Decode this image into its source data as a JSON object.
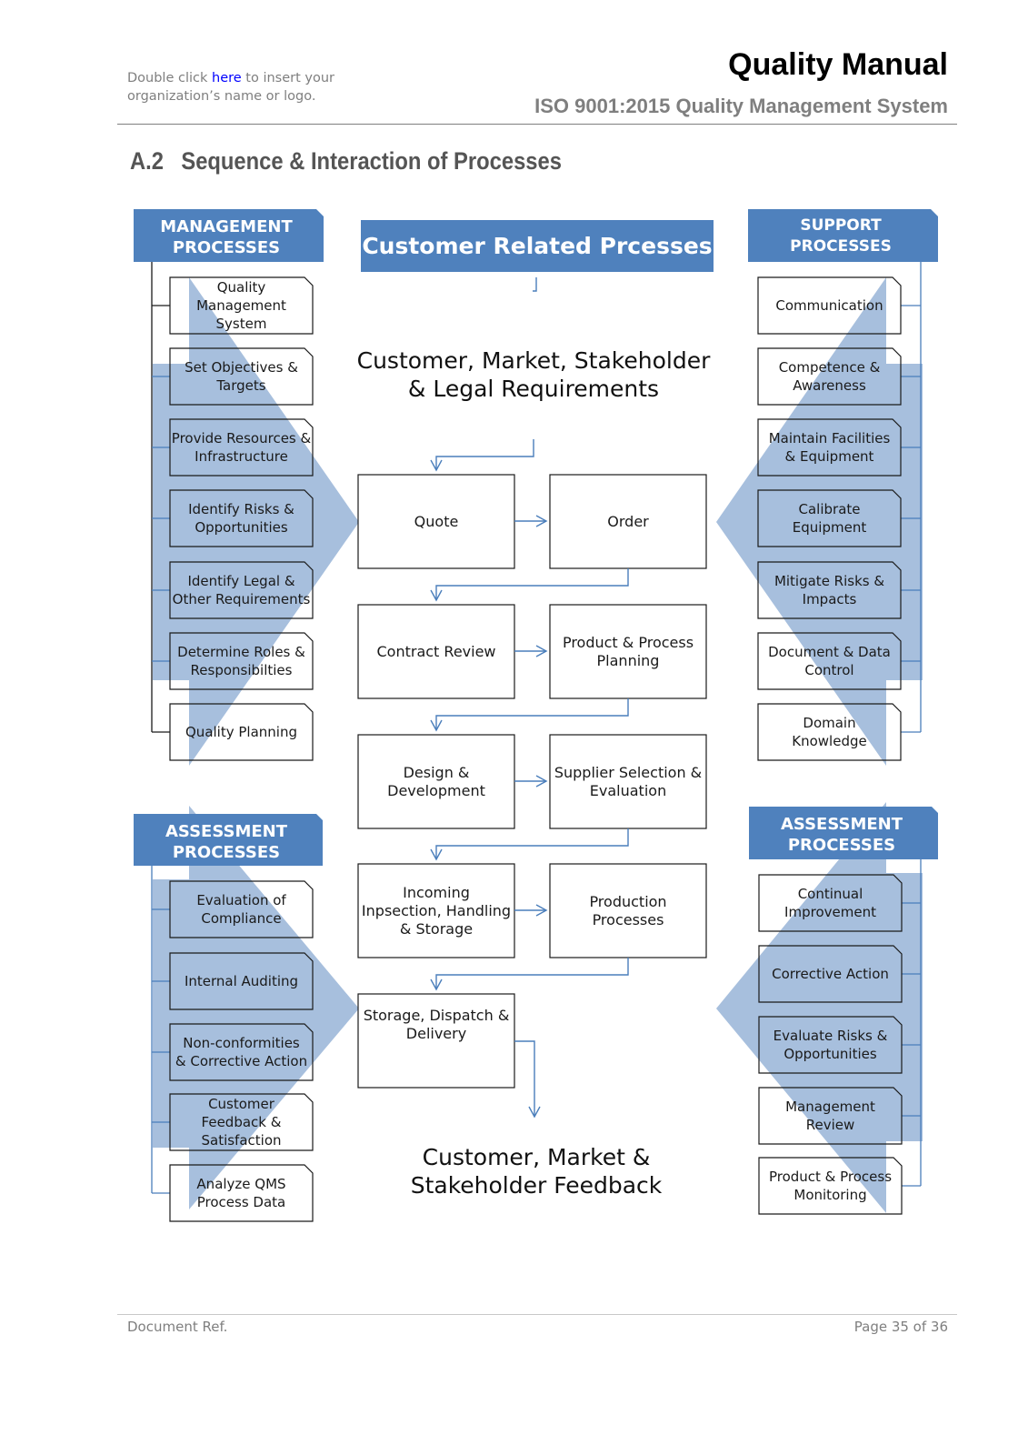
{
  "header": {
    "org_note_prefix": "Double click ",
    "org_note_link": "here",
    "org_note_suffix": " to insert your organization’s name or logo.",
    "title": "Quality Manual",
    "subtitle": "ISO 9001:2015 Quality Management System"
  },
  "section": {
    "number": "A.2",
    "title": "Sequence & Interaction of Processes"
  },
  "colors": {
    "header_blue": "#4f81bd",
    "arrow_fill": "#a7bfdd",
    "connector_blue": "#4a7ebb"
  },
  "management": {
    "title_line1": "MANAGEMENT",
    "title_line2": "PROCESSES",
    "items": [
      {
        "line1": "Quality Management",
        "line2": "System"
      },
      {
        "line1": "Set Objectives &",
        "line2": "Targets"
      },
      {
        "line1": "Provide Resources &",
        "line2": "Infrastructure"
      },
      {
        "line1": "Identify Risks &",
        "line2": "Opportunities"
      },
      {
        "line1": "Identify Legal &",
        "line2": "Other Requirements"
      },
      {
        "line1": "Determine Roles &",
        "line2": "Responsibilties"
      },
      {
        "line1": "Quality Planning",
        "line2": ""
      }
    ]
  },
  "support": {
    "title": "SUPPORT PROCESSES",
    "items": [
      {
        "line1": "Communication",
        "line2": ""
      },
      {
        "line1": "Competence &",
        "line2": "Awareness"
      },
      {
        "line1": "Maintain Facilities",
        "line2": "& Equipment"
      },
      {
        "line1": "Calibrate",
        "line2": "Equipment"
      },
      {
        "line1": "Mitigate Risks &",
        "line2": "Impacts"
      },
      {
        "line1": "Document & Data",
        "line2": "Control"
      },
      {
        "line1": "Domain",
        "line2": "Knowledge"
      }
    ]
  },
  "assessment_left": {
    "title_line1": "ASSESSMENT",
    "title_line2": "PROCESSES",
    "items": [
      {
        "line1": "Evaluation of",
        "line2": "Compliance",
        "line3": ""
      },
      {
        "line1": "Internal Auditing",
        "line2": "",
        "line3": ""
      },
      {
        "line1": "Non-conformities",
        "line2": "& Corrective Action",
        "line3": ""
      },
      {
        "line1": "Customer",
        "line2": "Feedback &",
        "line3": "Satisfaction"
      },
      {
        "line1": "Analyze QMS",
        "line2": "Process Data",
        "line3": ""
      }
    ]
  },
  "assessment_right": {
    "title_line1": "ASSESSMENT",
    "title_line2": "PROCESSES",
    "items": [
      {
        "line1": "Continual",
        "line2": "Improvement"
      },
      {
        "line1": "Corrective Action",
        "line2": ""
      },
      {
        "line1": "Evaluate Risks &",
        "line2": "Opportunities"
      },
      {
        "line1": "Management",
        "line2": "Review"
      },
      {
        "line1": "Product & Process",
        "line2": "Monitoring"
      }
    ]
  },
  "customer": {
    "title": "Customer Related Prcesses",
    "input_line1": "Customer, Market, Stakeholder",
    "input_line2": "& Legal Requirements",
    "output_line1": "Customer, Market &",
    "output_line2": "Stakeholder Feedback",
    "flow": [
      {
        "line1": "Quote",
        "line2": "",
        "line3": ""
      },
      {
        "line1": "Order",
        "line2": "",
        "line3": ""
      },
      {
        "line1": "Contract Review",
        "line2": "",
        "line3": ""
      },
      {
        "line1": "Product & Process",
        "line2": "Planning",
        "line3": ""
      },
      {
        "line1": "Design &",
        "line2": "Development",
        "line3": ""
      },
      {
        "line1": "Supplier Selection &",
        "line2": "Evaluation",
        "line3": ""
      },
      {
        "line1": "Incoming",
        "line2": "Inpsection, Handling",
        "line3": "& Storage"
      },
      {
        "line1": "Production",
        "line2": "Processes",
        "line3": ""
      },
      {
        "line1": "Storage, Dispatch &",
        "line2": "Delivery",
        "line3": ""
      }
    ]
  },
  "footer": {
    "doc_ref": "Document Ref.",
    "page": "Page 35 of 36"
  }
}
